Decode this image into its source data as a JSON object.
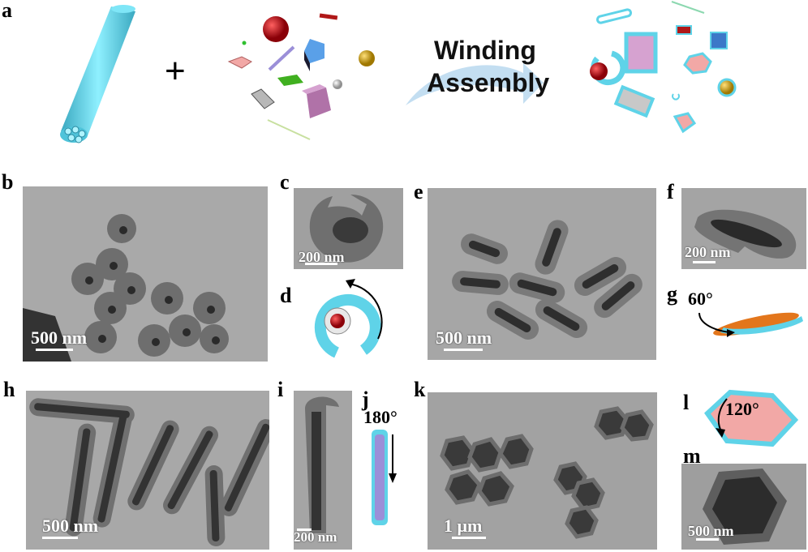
{
  "panels": {
    "a": "a",
    "b": "b",
    "c": "c",
    "d": "d",
    "e": "e",
    "f": "f",
    "g": "g",
    "h": "h",
    "i": "i",
    "j": "j",
    "k": "k",
    "l": "l",
    "m": "m"
  },
  "schematic": {
    "plus": "+",
    "arrow_line1": "Winding",
    "arrow_line2": "Assembly"
  },
  "scalebars": {
    "b": "500 nm",
    "c": "200 nm",
    "e": "500 nm",
    "f": "200 nm",
    "h": "500 nm",
    "i": "200 nm",
    "k": "1 μm",
    "m": "500 nm"
  },
  "angles": {
    "g": "60°",
    "j": "180°",
    "l": "120°"
  },
  "colors": {
    "tube": "#5fd3e8",
    "sphere": "#c0101a",
    "rod": "#9b8fd8",
    "ellipsoid": "#e3761c",
    "hexagon": "#f2a8a6",
    "cube": "#b072a8"
  }
}
